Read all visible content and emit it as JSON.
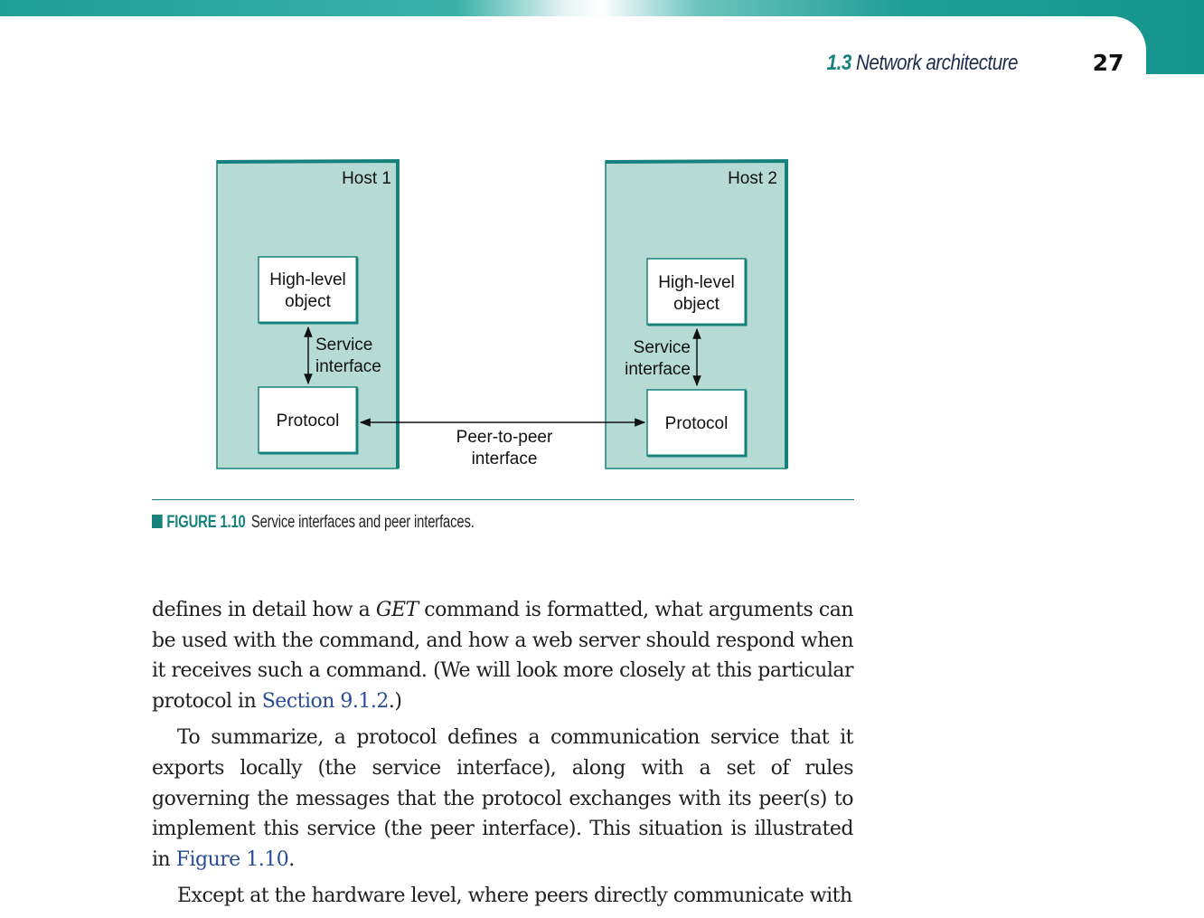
{
  "header": {
    "section_number": "1.3",
    "section_title": "Network architecture",
    "page_number": "27"
  },
  "figure": {
    "host1": {
      "title": "Host 1",
      "high_level_line1": "High-level",
      "high_level_line2": "object",
      "service_line1": "Service",
      "service_line2": "interface",
      "protocol": "Protocol"
    },
    "host2": {
      "title": "Host 2",
      "high_level_line1": "High-level",
      "high_level_line2": "object",
      "service_line1": "Service",
      "service_line2": "interface",
      "protocol": "Protocol"
    },
    "peer_line1": "Peer-to-peer",
    "peer_line2": "interface",
    "caption_label": "FIGURE 1.10",
    "caption_text": "Service interfaces and peer interfaces.",
    "colors": {
      "host_fill": "#b5dbd4",
      "host_border": "#16827b",
      "accent": "#16827b",
      "link": "#2a4c94"
    }
  },
  "body": {
    "p1_a": "defines in detail how a ",
    "p1_em": "GET",
    "p1_b": " command is formatted, what arguments can be used with the command, and how a web server should respond when it receives such a command. (We will look more closely at this particular protocol in ",
    "p1_link": "Section 9.1.2",
    "p1_c": ".)",
    "p2_a": "To summarize, a protocol defines a communication service that it exports locally (the service interface), along with a set of rules governing the messages that the protocol exchanges with its peer(s) to implement this service (the peer interface). This situation is illustrated in ",
    "p2_link": "Figure 1.10",
    "p2_b": ".",
    "p3": "Except at the hardware level, where peers directly communicate with"
  }
}
